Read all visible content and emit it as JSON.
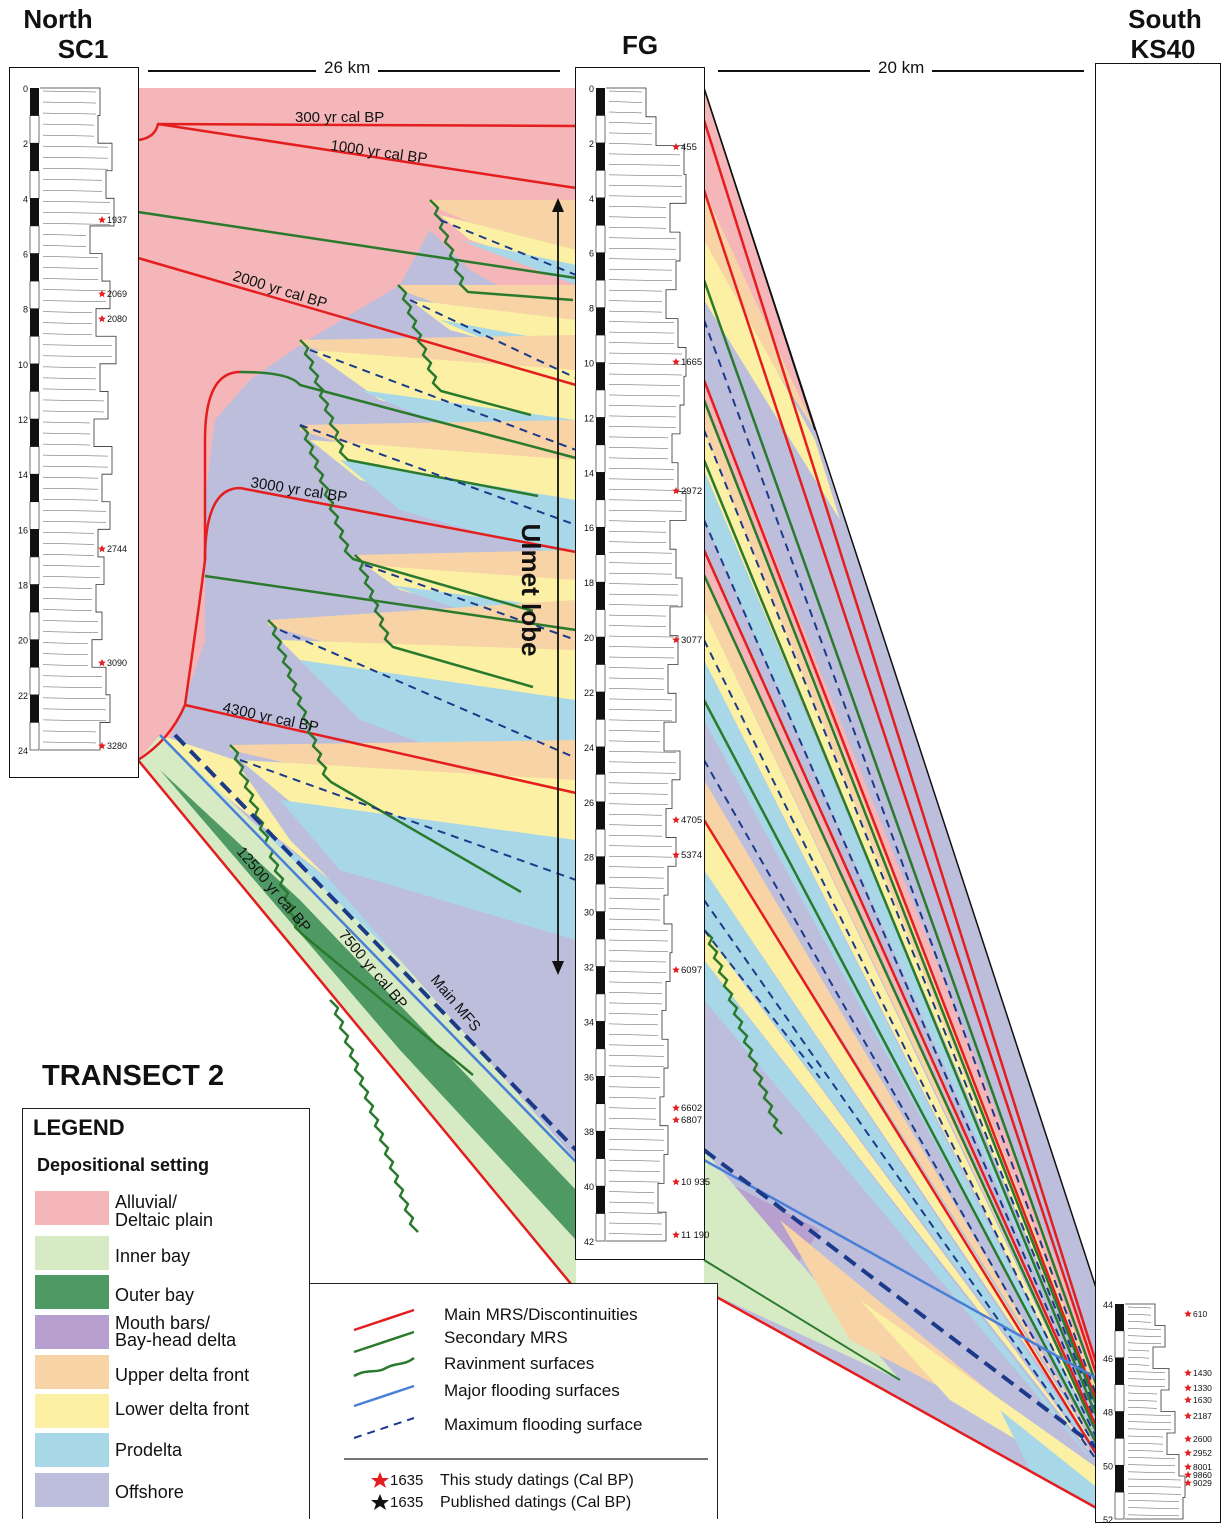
{
  "headers": {
    "north": "North",
    "north_core": "SC1",
    "center_core": "FG",
    "south": "South",
    "south_core": "KS40"
  },
  "distances": {
    "left": "26 km",
    "right": "20 km"
  },
  "transect_title": "TRANSECT 2",
  "lobe_label": "Ulmet lobe",
  "age_labels": {
    "a300": "300 yr cal BP",
    "a1000": "1000 yr cal BP",
    "a2000": "2000 yr cal BP",
    "a3000": "3000 yr cal BP",
    "a4300": "4300 yr cal BP",
    "a12500": "12500 yr cal BP",
    "a7500": "7500 yr cal BP",
    "mfs": "Main MFS"
  },
  "cores": {
    "sc1": {
      "depths": [
        "0",
        "2",
        "4",
        "6",
        "8",
        "10",
        "12",
        "14",
        "16",
        "18",
        "20",
        "22",
        "24"
      ],
      "dates": [
        "1937",
        "2069",
        "2080",
        "2744",
        "3090",
        "3280"
      ]
    },
    "fg": {
      "depths": [
        "0",
        "2",
        "4",
        "6",
        "8",
        "10",
        "12",
        "14",
        "16",
        "18",
        "20",
        "22",
        "24",
        "26",
        "28",
        "30",
        "32",
        "34",
        "36",
        "38",
        "40",
        "42"
      ],
      "dates": [
        "455",
        "1665",
        "2972",
        "3077",
        "4705",
        "5374",
        "6097",
        "6602",
        "6807",
        "10 935",
        "11 190"
      ]
    },
    "ks40": {
      "depths": [
        "44",
        "46",
        "48",
        "50",
        "52"
      ],
      "dates": [
        "610",
        "1430",
        "1330",
        "1630",
        "2187",
        "2600",
        "2952",
        "8001",
        "9860",
        "9029"
      ]
    }
  },
  "legend": {
    "title": "LEGEND",
    "subtitle": "Depositional setting",
    "settings": [
      {
        "line1": "Alluvial/",
        "line2": "Deltaic plain",
        "color": "#f4b6b8"
      },
      {
        "line1": "Inner bay",
        "line2": "",
        "color": "#d6eac4"
      },
      {
        "line1": "Outer bay",
        "line2": "",
        "color": "#4f9a64"
      },
      {
        "line1": "Mouth bars/",
        "line2": "Bay-head delta",
        "color": "#b79fd0"
      },
      {
        "line1": "Upper delta front",
        "line2": "",
        "color": "#f7d3a6"
      },
      {
        "line1": "Lower delta front",
        "line2": "",
        "color": "#fbf0a4"
      },
      {
        "line1": "Prodelta",
        "line2": "",
        "color": "#a8d8e8"
      },
      {
        "line1": "Offshore",
        "line2": "",
        "color": "#bcbedc"
      }
    ],
    "lines": [
      {
        "label": "Main MRS/Discontinuities",
        "color": "#e41e1e"
      },
      {
        "label": "Secondary MRS",
        "color": "#2a7a2e"
      },
      {
        "label": "Ravinment surfaces",
        "color": "#2a7a2e"
      },
      {
        "label": "Major flooding surfaces",
        "color": "#4a7fd8"
      },
      {
        "label": "Maximum flooding surface",
        "color": "#1c3a8a"
      }
    ],
    "datings": [
      {
        "value": "1635",
        "label": "This study datings (Cal BP)",
        "color": "#e41e1e"
      },
      {
        "value": "1635",
        "label": "Published datings (Cal BP)",
        "color": "#111111"
      }
    ]
  }
}
